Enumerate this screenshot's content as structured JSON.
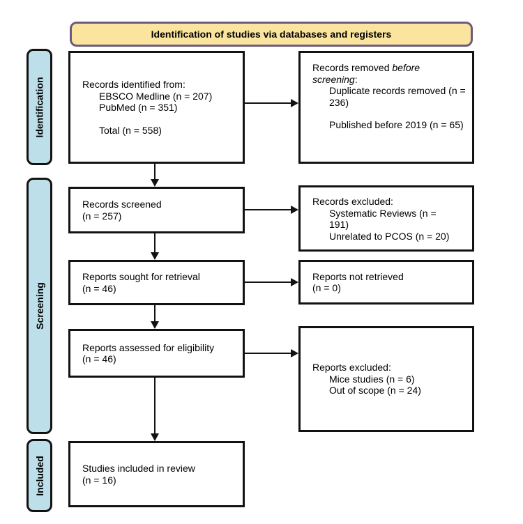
{
  "banner": {
    "label": "Identification of studies via databases and registers"
  },
  "stages": {
    "identification": "Identification",
    "screening": "Screening",
    "included": "Included"
  },
  "boxes": {
    "records_identified": {
      "heading": "Records identified from:",
      "item1": "EBSCO Medline (n = 207)",
      "item2": "PubMed (n = 351)",
      "total": "Total (n = 558)"
    },
    "records_removed": {
      "heading_prefix": "Records removed ",
      "heading_italic": "before screening",
      "heading_suffix": ":",
      "item1": "Duplicate records removed (n = 236)",
      "item2": "Published before 2019 (n = 65)"
    },
    "records_screened": {
      "line1": "Records screened",
      "line2": "(n = 257)"
    },
    "records_excluded": {
      "heading": "Records excluded:",
      "item1": "Systematic Reviews (n = 191)",
      "item2": "Unrelated to PCOS (n = 20)"
    },
    "reports_sought": {
      "line1": "Reports sought for retrieval",
      "line2": "(n = 46)"
    },
    "reports_not_retrieved": {
      "line1": "Reports not retrieved",
      "line2": "(n = 0)"
    },
    "reports_assessed": {
      "line1": "Reports assessed for eligibility",
      "line2": "(n = 46)"
    },
    "reports_excluded": {
      "heading": "Reports excluded:",
      "item1": "Mice studies (n = 6)",
      "item2": "Out of scope (n = 24)"
    },
    "studies_included": {
      "line1": "Studies included in review",
      "line2": "(n = 16)"
    }
  },
  "colors": {
    "banner_fill": "#FBE49E",
    "banner_border": "#6B5B80",
    "stage_fill": "#BCDFEA",
    "box_border": "#121212",
    "arrow": "#121212"
  }
}
